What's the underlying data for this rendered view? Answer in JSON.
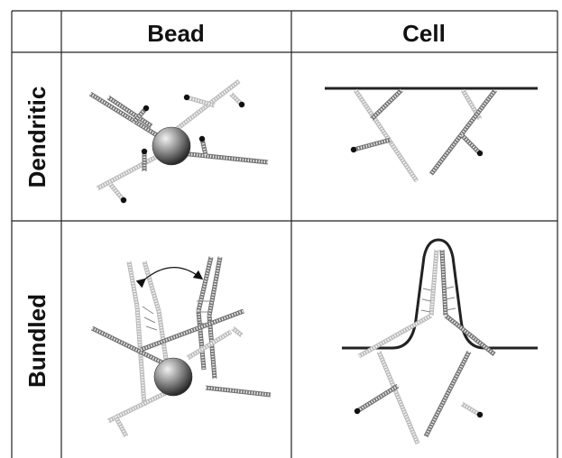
{
  "table": {
    "columns": [
      "Bead",
      "Cell"
    ],
    "rows": [
      "Dendritic",
      "Bundled"
    ]
  },
  "colors": {
    "dark_filament": "#6f6f6f",
    "light_filament": "#b9b9b9",
    "membrane": "#222222",
    "capping_protein": "#111111"
  },
  "icons": [
    "bead-sphere",
    "capping-protein-dot",
    "curved-double-arrow"
  ]
}
